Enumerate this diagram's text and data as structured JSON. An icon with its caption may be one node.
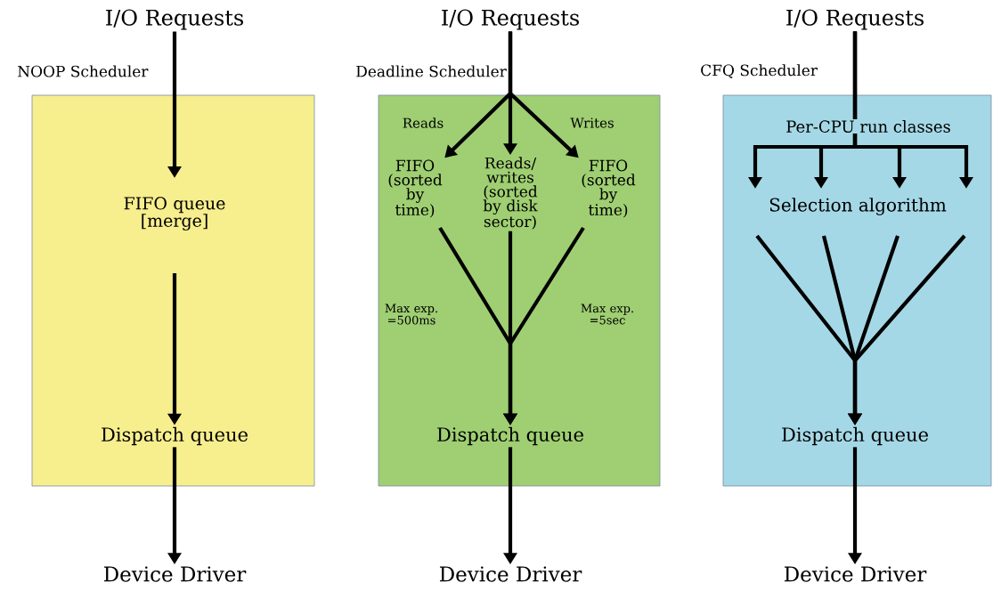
{
  "diagram": {
    "nodes": [
      {
        "text": [
          "I/O Requests"
        ]
      },
      {
        "text": [
          "NOOP Scheduler"
        ]
      },
      {
        "text": [
          "FIFO queue [merge]"
        ],
        "in": 1
      },
      {
        "text": [
          "Dispatch queue"
        ],
        "in": 1
      },
      {
        "text": [
          "Device Driver"
        ]
      },
      {
        "text": [
          "I/O Requests"
        ]
      },
      {
        "text": [
          "Deadline Scheduler"
        ]
      },
      {
        "text": [
          "FIFO (sorted by time)"
        ],
        "in": 6
      },
      {
        "text": [
          "Reads/ writes (sorted by disk sector)"
        ],
        "in": 6
      },
      {
        "text": [
          "FIFO (sorted by time)"
        ],
        "in": 6
      },
      {
        "text": [
          "Dispatch queue"
        ],
        "in": 6
      },
      {
        "text": [
          "Device Driver"
        ]
      },
      {
        "text": [
          "I/O Requests"
        ]
      },
      {
        "text": [
          "CFQ Scheduler"
        ]
      },
      {
        "text": [
          "Selection algorithm"
        ],
        "in": 13
      },
      {
        "text": [
          "Dispatch queue"
        ],
        "in": 13
      },
      {
        "text": [
          "Device Driver"
        ]
      }
    ],
    "edges": [
      {
        "from": 0,
        "to": 2,
        "arrow": "to"
      },
      {
        "from": 2,
        "to": 3,
        "arrow": "to"
      },
      {
        "from": 3,
        "to": 4,
        "arrow": "to"
      },
      {
        "from": 5,
        "to": 7,
        "arrow": "to",
        "label": "Reads"
      },
      {
        "from": 5,
        "to": 8,
        "arrow": "to"
      },
      {
        "from": 5,
        "to": 9,
        "arrow": "to",
        "label": "Writes"
      },
      {
        "from": 7,
        "to": 10,
        "arrow": "to",
        "label": "Max exp. =500ms"
      },
      {
        "from": 8,
        "to": 10,
        "arrow": "to"
      },
      {
        "from": 9,
        "to": 10,
        "arrow": "to",
        "label": "Max exp. =5sec"
      },
      {
        "from": 10,
        "to": 11,
        "arrow": "to"
      },
      {
        "from": 12,
        "to": 14,
        "arrow": "to"
      },
      {
        "from": 12,
        "to": 14,
        "arrow": "to"
      },
      {
        "from": 12,
        "to": 14,
        "arrow": "to"
      },
      {
        "from": 12,
        "to": 14,
        "arrow": "to"
      },
      {
        "from": 14,
        "to": 15,
        "arrow": "to"
      },
      {
        "from": 14,
        "to": 15,
        "arrow": "to"
      },
      {
        "from": 14,
        "to": 15,
        "arrow": "to"
      },
      {
        "from": 14,
        "to": 15,
        "arrow": "to"
      },
      {
        "from": 15,
        "to": 16,
        "arrow": "to"
      }
    ],
    "labels": [
      "Per-CPU run classes"
    ]
  }
}
